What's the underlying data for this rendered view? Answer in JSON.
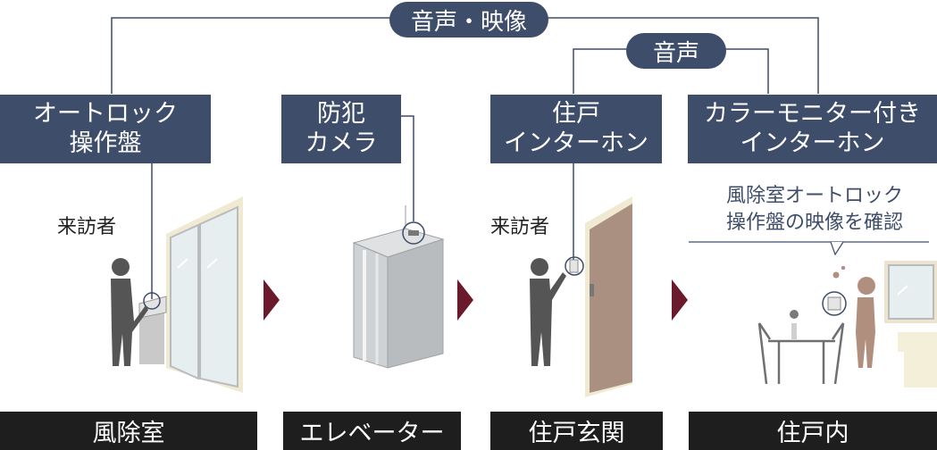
{
  "pills": {
    "audio_video": "音声・映像",
    "audio": "音声"
  },
  "devices": [
    {
      "line1": "オートロック",
      "line2": "操作盤"
    },
    {
      "line1": "防犯",
      "line2": "カメラ"
    },
    {
      "line1": "住戸",
      "line2": "インターホン"
    },
    {
      "line1": "カラーモニター付き",
      "line2": "インターホン"
    }
  ],
  "visitor_label": "来訪者",
  "note": {
    "line1": "風除室オートロック",
    "line2": "操作盤の映像を確認"
  },
  "locations": [
    "風除室",
    "エレベーター",
    "住戸玄関",
    "住戸内"
  ],
  "colors": {
    "box": "#3e4d6a",
    "arrow": "#6b1a2c",
    "bar": "#1e1e1e",
    "line": "#3e4d6a"
  }
}
